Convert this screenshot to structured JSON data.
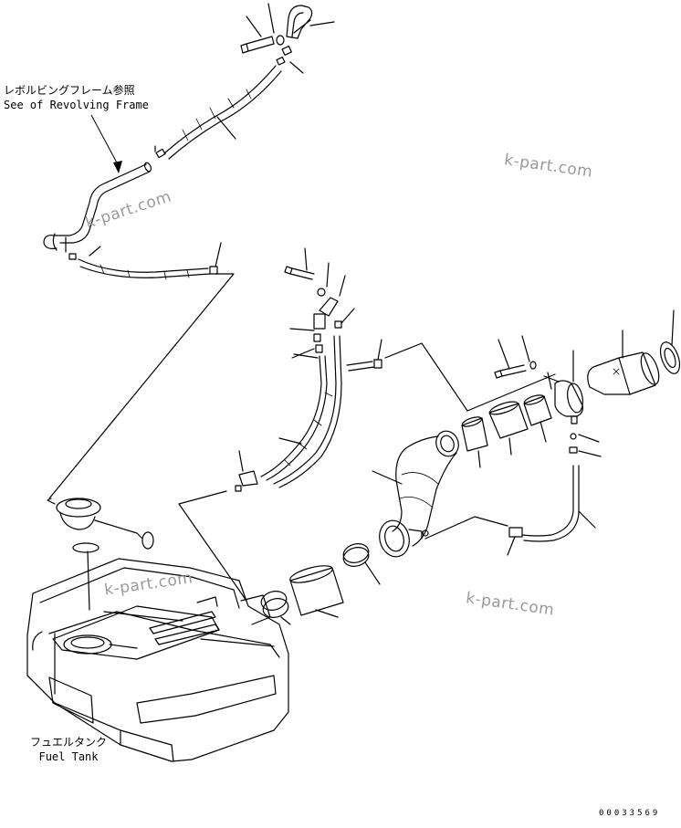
{
  "labels": {
    "revolving_frame_jp": "レボルビングフレーム参照",
    "revolving_frame_en": "See of Revolving Frame",
    "fuel_tank_jp": "フュエルタンク",
    "fuel_tank_en": "Fuel Tank"
  },
  "watermarks": [
    "k-part.com",
    "k-part.com",
    "k-part.com",
    "k-part.com"
  ],
  "drawing_code": "00033569",
  "colors": {
    "line": "#000000",
    "watermark": "#9a9a9a",
    "background": "#ffffff"
  }
}
